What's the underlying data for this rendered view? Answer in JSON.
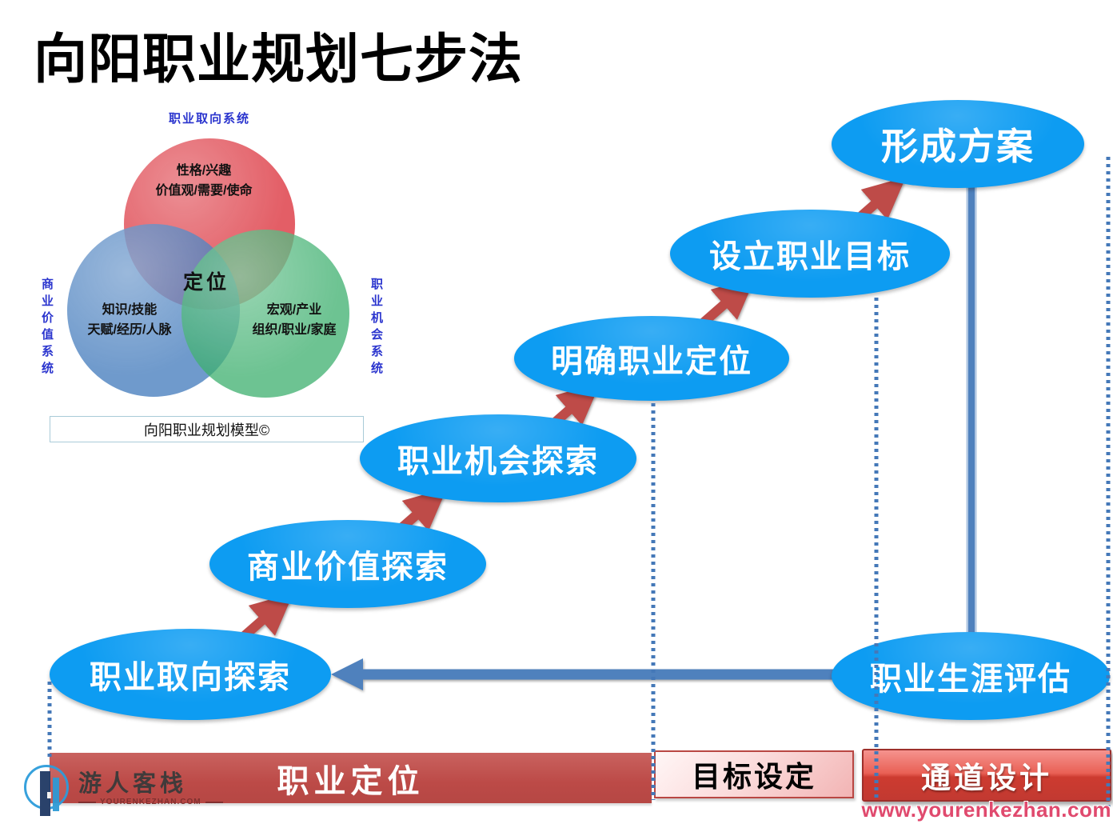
{
  "title": "向阳职业规划七步法",
  "venn": {
    "system_labels": {
      "top": "职业取向系统",
      "left": "商业价值系统",
      "right": "职业机会系统"
    },
    "circles": {
      "orientation": {
        "line1": "性格/兴趣",
        "line2": "价值观/需要/使命"
      },
      "value": {
        "line1": "知识/技能",
        "line2": "天赋/经历/人脉"
      },
      "opportunity": {
        "line1": "宏观/产业",
        "line2": "组织/职业/家庭"
      }
    },
    "center_label": "定位",
    "caption": "向阳职业规划模型©"
  },
  "steps": [
    {
      "label": "职业取向探索"
    },
    {
      "label": "商业价值探索"
    },
    {
      "label": "职业机会探索"
    },
    {
      "label": "明确职业定位"
    },
    {
      "label": "设立职业目标"
    },
    {
      "label": "形成方案"
    },
    {
      "label": "职业生涯评估"
    }
  ],
  "phases": [
    {
      "label": "职业定位"
    },
    {
      "label": "目标设定"
    },
    {
      "label": "通道设计"
    }
  ],
  "branding": {
    "logo_name": "游人客栈",
    "logo_domain": "YOURENKEZHAN.COM",
    "website": "www.yourenkezhan.com"
  },
  "colors": {
    "step_ellipse_blue": "#0D9CF2",
    "connector_steel_blue": "#4F81BD",
    "arrow_red": "#BE4B48",
    "phase_bar_red": "#BC4A47",
    "venn_red": "#E04D55",
    "venn_blue": "#467DBE",
    "venn_green": "#3CAF6E",
    "system_label_blue": "#2B35CE",
    "website_pink": "#E04A6E"
  }
}
